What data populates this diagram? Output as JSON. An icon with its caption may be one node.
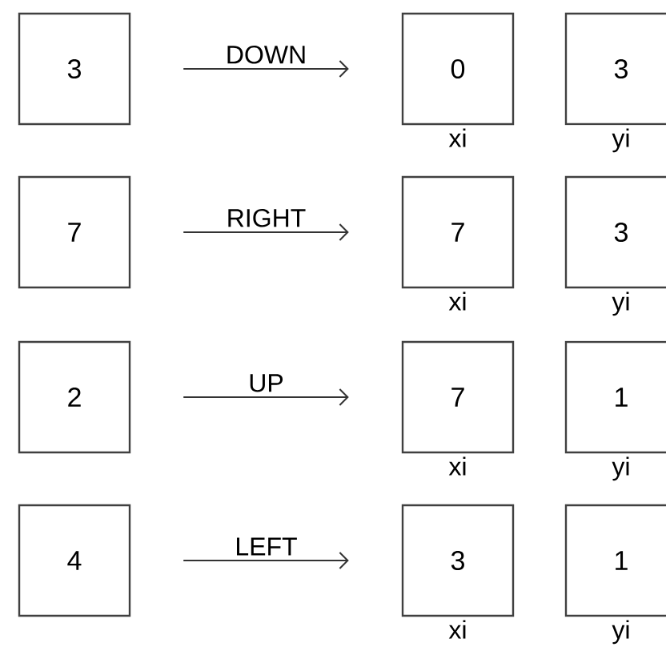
{
  "diagram": {
    "nodes": [
      {
        "text": [
          "3"
        ]
      },
      {
        "text": [
          "0"
        ],
        "beside": [
          "xi"
        ]
      },
      {
        "text": [
          "3"
        ],
        "beside": [
          "yi"
        ]
      },
      {
        "text": [
          "7"
        ]
      },
      {
        "text": [
          "7"
        ],
        "beside": [
          "xi"
        ]
      },
      {
        "text": [
          "3"
        ],
        "beside": [
          "yi"
        ]
      },
      {
        "text": [
          "2"
        ]
      },
      {
        "text": [
          "7"
        ],
        "beside": [
          "xi"
        ]
      },
      {
        "text": [
          "1"
        ],
        "beside": [
          "yi"
        ]
      },
      {
        "text": [
          "4"
        ]
      },
      {
        "text": [
          "3"
        ],
        "beside": [
          "xi"
        ]
      },
      {
        "text": [
          "1"
        ],
        "beside": [
          "yi"
        ]
      }
    ],
    "edges": [
      {
        "from": 0,
        "to": 1,
        "arrow": "to",
        "label": "DOWN"
      },
      {
        "from": 3,
        "to": 4,
        "arrow": "to",
        "label": "RIGHT"
      },
      {
        "from": 6,
        "to": 7,
        "arrow": "to",
        "label": "UP"
      },
      {
        "from": 9,
        "to": 10,
        "arrow": "to",
        "label": "LEFT"
      }
    ]
  }
}
